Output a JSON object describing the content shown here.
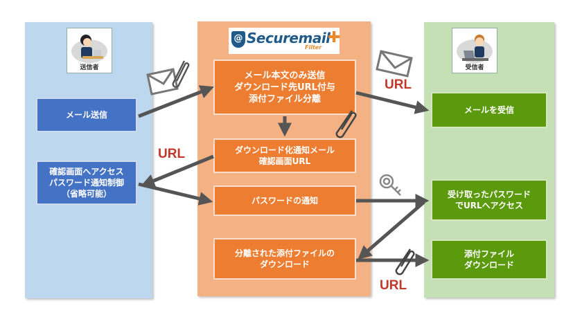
{
  "diagram": {
    "sender": {
      "caption": "送信者",
      "steps": [
        {
          "id": "send-mail",
          "label": "メール送信"
        },
        {
          "id": "access-confirm",
          "label": "確認画面へアクセス\nパスワード通知制御\n（省略可能）"
        }
      ],
      "panel_color": "#bdd7ee",
      "box_color": "#4472c4"
    },
    "service": {
      "logo_text": "Securemail",
      "logo_suffix": "Filter",
      "logo_at": "@",
      "logo_plus": "✚",
      "steps": [
        {
          "id": "body-only",
          "label": "メール本文のみ送信\nダウンロード先URL付与\n添付ファイル分離"
        },
        {
          "id": "download-notice",
          "label": "ダウンロード化通知メール\n確認画面URL"
        },
        {
          "id": "password-notice",
          "label": "パスワードの通知"
        },
        {
          "id": "separated-download",
          "label": "分離された添付ファイルの\nダウンロード"
        }
      ],
      "panel_color": "#f4b183",
      "box_color": "#ed7d31"
    },
    "receiver": {
      "caption": "受信者",
      "steps": [
        {
          "id": "receive-mail",
          "label": "メールを受信"
        },
        {
          "id": "access-url",
          "label": "受け取ったパスワード\nでURLへアクセス"
        },
        {
          "id": "download-attach",
          "label": "添付ファイル\nダウンロード"
        }
      ],
      "panel_color": "#c5e0b4",
      "box_color": "#5b9a0d"
    },
    "annotations": {
      "url_top_right": "URL",
      "url_mid_left": "URL",
      "url_bottom_right": "URL"
    },
    "icons": [
      "envelope-icon",
      "paperclip-icon",
      "key-icon",
      "person-sender-icon",
      "person-receiver-icon"
    ],
    "colors": {
      "arrow": "#555555",
      "url_text": "#c0392b"
    }
  }
}
